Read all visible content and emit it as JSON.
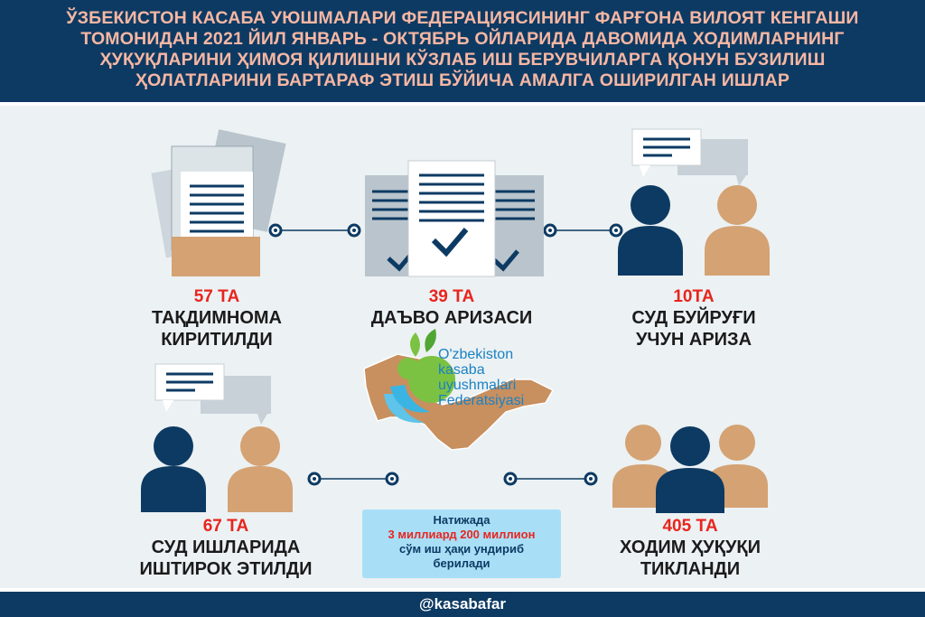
{
  "header": {
    "title_lines": [
      "ЎЗБЕКИСТОН КАСАБА УЮШМАЛАРИ ФЕДЕРАЦИЯСИНИНГ ФАРҒОНА ВИЛОЯТ КЕНГАШИ",
      "ТОМОНИДАН 2021 ЙИЛ ЯНВАРЬ - ОКТЯБРЬ ОЙЛАРИДА ДАВОМИДА ХОДИМЛАРНИНГ",
      "ҲУҚУҚЛАРИНИ ҲИМОЯ ҚИЛИШНИ КЎЗЛАБ ИШ БЕРУВЧИЛАРГА ҚОНУН БУЗИЛИШ",
      "ҲОЛАТЛАРИНИ БАРТАРАФ ЭТИШ БЎЙИЧА АМАЛГА ОШИРИЛГАН ИШЛАР"
    ]
  },
  "stats": [
    {
      "value": "57 ТА",
      "line1": "ТАҚДИМНОМА",
      "line2": "КИРИТИЛДИ"
    },
    {
      "value": "39 ТА",
      "line1": "ДАЪВО АРИЗАСИ",
      "line2": ""
    },
    {
      "value": "10ТА",
      "line1": "СУД БУЙРУҒИ",
      "line2": "УЧУН АРИЗА"
    },
    {
      "value": "67 ТА",
      "line1": "СУД ИШЛАРИДА",
      "line2": "ИШТИРОК ЭТИЛДИ"
    },
    {
      "value": "405 ТА",
      "line1": "ХОДИМ ҲУҚУҚИ",
      "line2": "ТИКЛАНДИ"
    }
  ],
  "result": {
    "line1": "Натижада",
    "line2": "3 миллиард 200 миллион",
    "line3": "сўм иш ҳақи ундириб",
    "line4": "берилади"
  },
  "logo": {
    "lines": [
      "O'zbekiston",
      "kasaba",
      "uyushmalari",
      "Federatsiyasi"
    ]
  },
  "footer": {
    "handle": "@kasabafar"
  },
  "colors": {
    "navy": "#0d3a63",
    "header_text": "#f7b7a3",
    "accent_red": "#e8251e",
    "tan": "#d4a273",
    "result_bg": "#a8dff7"
  }
}
